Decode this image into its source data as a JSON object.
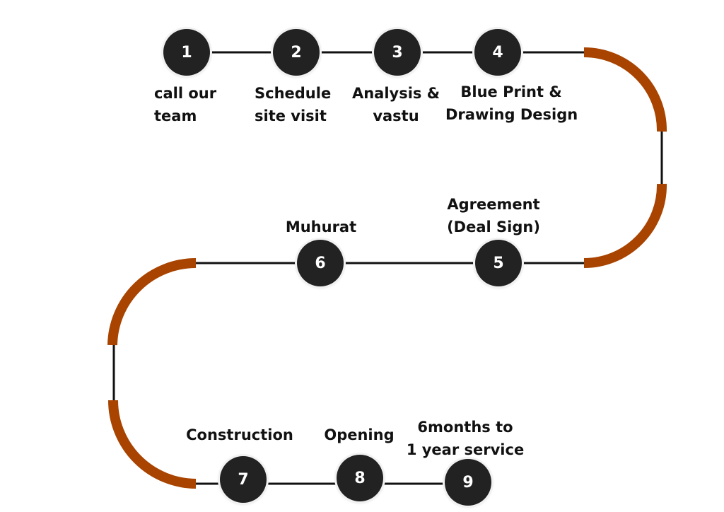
{
  "diagram": {
    "type": "process-roadmap",
    "colors": {
      "node": "#222222",
      "line": "#111111",
      "curve": "#A84300",
      "text": "#111111"
    },
    "steps": [
      {
        "number": "1",
        "lines": [
          "call our",
          "team"
        ]
      },
      {
        "number": "2",
        "lines": [
          "Schedule",
          "site visit"
        ]
      },
      {
        "number": "3",
        "lines": [
          "Analysis &",
          "vastu"
        ]
      },
      {
        "number": "4",
        "lines": [
          "Blue Print &",
          "Drawing Design"
        ]
      },
      {
        "number": "5",
        "lines": [
          "Agreement",
          "(Deal Sign)"
        ]
      },
      {
        "number": "6",
        "lines": [
          "Muhurat"
        ]
      },
      {
        "number": "7",
        "lines": [
          "Construction"
        ]
      },
      {
        "number": "8",
        "lines": [
          "Opening"
        ]
      },
      {
        "number": "9",
        "lines": [
          "6months to",
          "1 year service"
        ]
      }
    ]
  }
}
